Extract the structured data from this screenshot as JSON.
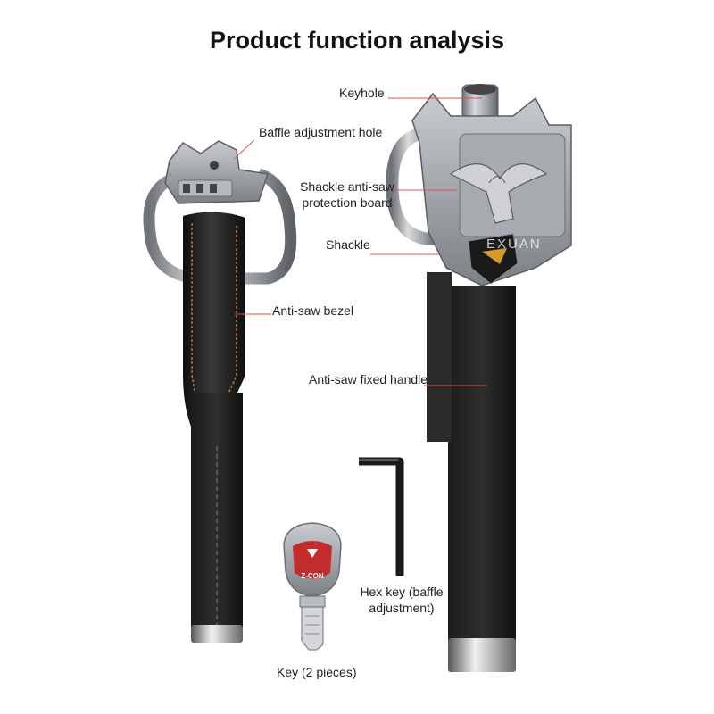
{
  "title": "Product function analysis",
  "labels": {
    "keyhole": "Keyhole",
    "baffle_hole": "Baffle adjustment hole",
    "shackle_board_line1": "Shackle anti-saw",
    "shackle_board_line2": "protection board",
    "shackle": "Shackle",
    "bezel": "Anti-saw bezel",
    "fixed_handle": "Anti-saw fixed handle",
    "hex_key_line1": "Hex key (baffle",
    "hex_key_line2": "adjustment)",
    "key": "Key (2 pieces)",
    "key_brand": "Z-CON"
  },
  "watermark": "EXUAN",
  "colors": {
    "leader_line": "#d9534f",
    "leather": "#1b1b1b",
    "metal": "#9da0a5",
    "stitch": "#c8863a"
  }
}
